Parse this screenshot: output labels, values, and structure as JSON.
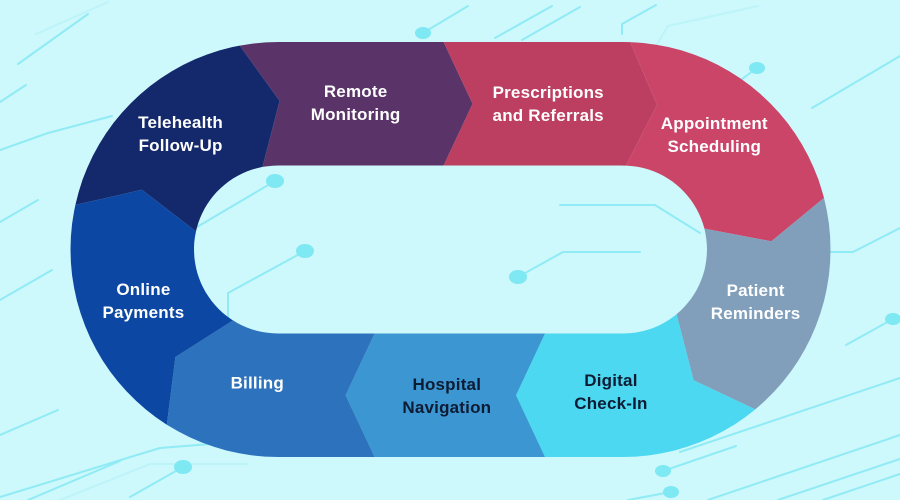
{
  "background": {
    "color": "#cdf8fc",
    "circuit_line_color": "#90ebf5",
    "circuit_line_light_color": "#bdf4f9",
    "circuit_dot_color": "#7ee8f3"
  },
  "cycle": {
    "direction": "clockwise",
    "segments": [
      {
        "id": "telehealth-follow-up",
        "label": "Telehealth Follow-Up",
        "color": "#14286c",
        "text_color": "#ffffff"
      },
      {
        "id": "remote-monitoring",
        "label": "Remote Monitoring",
        "color": "#5a3468",
        "text_color": "#ffffff"
      },
      {
        "id": "prescriptions-and-referrals",
        "label": "Prescriptions and Referrals",
        "color": "#bc3e60",
        "text_color": "#ffffff"
      },
      {
        "id": "appointment-scheduling",
        "label": "Appointment Scheduling",
        "color": "#cb4568",
        "text_color": "#ffffff"
      },
      {
        "id": "patient-reminders",
        "label": "Patient Reminders",
        "color": "#819fbb",
        "text_color": "#ffffff"
      },
      {
        "id": "digital-check-in",
        "label": "Digital Check-In",
        "color": "#4bd8f0",
        "text_color": "#0e1c33"
      },
      {
        "id": "hospital-navigation",
        "label": "Hospital Navigation",
        "color": "#3b96d2",
        "text_color": "#0e1c33"
      },
      {
        "id": "billing",
        "label": "Billing",
        "color": "#2d72bc",
        "text_color": "#ffffff"
      },
      {
        "id": "online-payments",
        "label": "Online Payments",
        "color": "#0d47a4",
        "text_color": "#ffffff"
      }
    ]
  }
}
